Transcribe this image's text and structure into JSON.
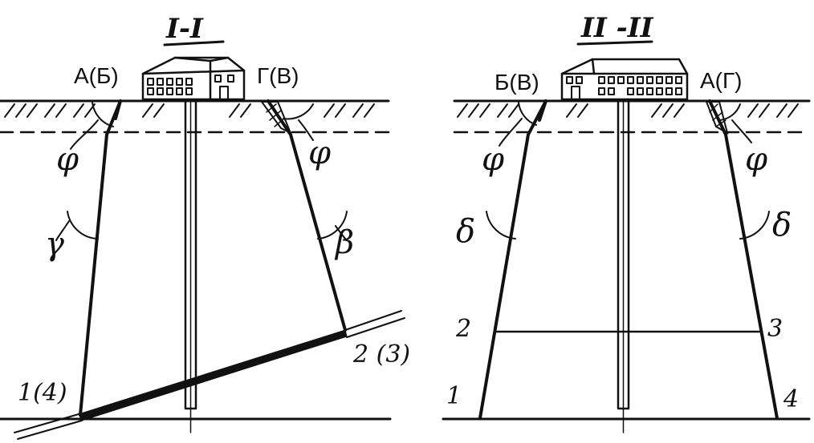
{
  "section_left": {
    "title": "I-I",
    "label_left_top": "А(Б)",
    "label_right_top": "Г(В)",
    "angle_phi_left": "φ",
    "angle_phi_right": "φ",
    "angle_gamma": "γ",
    "angle_beta": "β",
    "label_bottom_left": "1(4)",
    "label_right_low": "2 (3)"
  },
  "section_right": {
    "title": "II -II",
    "label_left_top": "Б(В)",
    "label_right_top": "А(Г)",
    "angle_phi_left": "φ",
    "angle_phi_right": "φ",
    "angle_delta_left": "δ",
    "angle_delta_right": "δ",
    "label_point_2": "2",
    "label_point_3": "3",
    "label_point_1": "1",
    "label_point_4": "4"
  }
}
